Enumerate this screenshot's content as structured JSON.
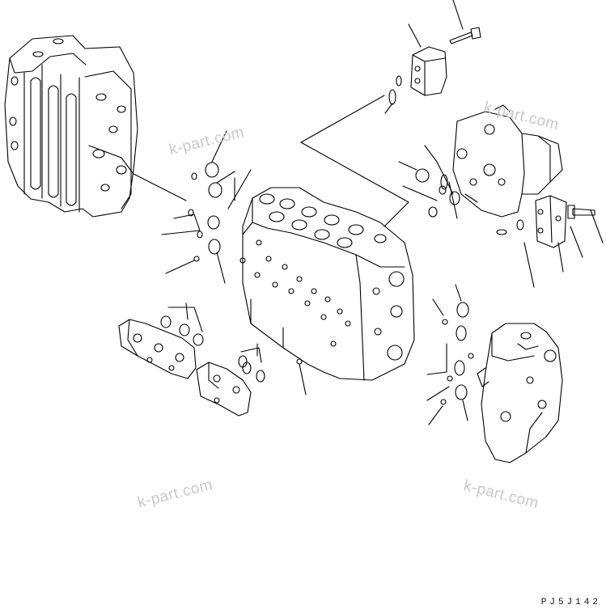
{
  "watermarks": [
    "k-part.com",
    "k-part.com",
    "k-part.com",
    "k-part.com"
  ],
  "drawing_code": "PJ5J142",
  "colors": {
    "line": "#000000",
    "watermark": "#c9c9c9",
    "background": "#ffffff"
  }
}
